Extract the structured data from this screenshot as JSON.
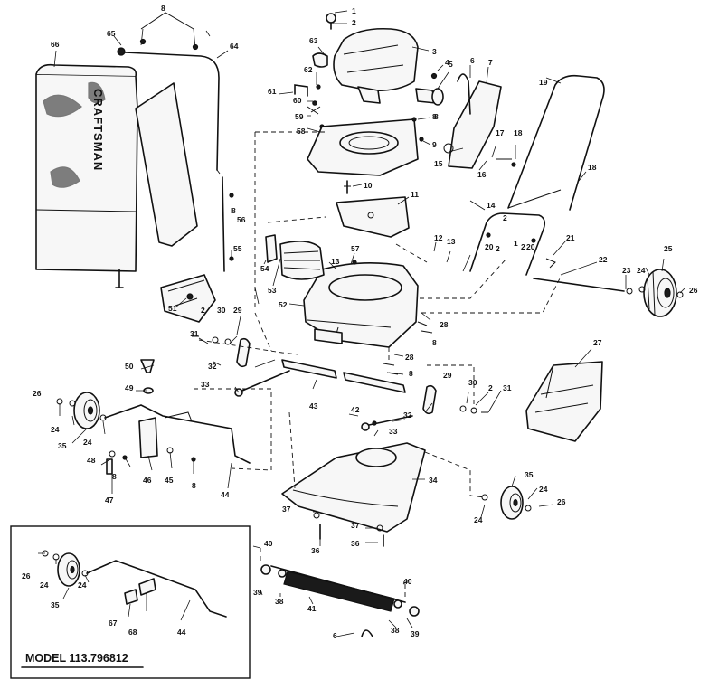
{
  "model_label": "MODEL 113.796812",
  "bag_brand": "CRAFTSMAN",
  "callouts": [
    {
      "id": "c-1-top",
      "text": "1"
    },
    {
      "id": "c-2-top",
      "text": "2"
    },
    {
      "id": "c-3",
      "text": "3"
    },
    {
      "id": "c-4",
      "text": "4"
    },
    {
      "id": "c-5",
      "text": "5"
    },
    {
      "id": "c-6-top",
      "text": "6"
    },
    {
      "id": "c-7",
      "text": "7"
    },
    {
      "id": "c-8-top",
      "text": "8"
    },
    {
      "id": "c-8-a",
      "text": "8"
    },
    {
      "id": "c-9",
      "text": "9"
    },
    {
      "id": "c-10",
      "text": "10"
    },
    {
      "id": "c-11",
      "text": "11"
    },
    {
      "id": "c-12",
      "text": "12"
    },
    {
      "id": "c-13-a",
      "text": "13"
    },
    {
      "id": "c-13-b",
      "text": "13"
    },
    {
      "id": "c-14",
      "text": "14"
    },
    {
      "id": "c-15",
      "text": "15"
    },
    {
      "id": "c-16",
      "text": "16"
    },
    {
      "id": "c-17",
      "text": "17"
    },
    {
      "id": "c-18-a",
      "text": "18"
    },
    {
      "id": "c-18-b",
      "text": "18"
    },
    {
      "id": "c-19",
      "text": "19"
    },
    {
      "id": "c-20-a",
      "text": "20"
    },
    {
      "id": "c-20-b",
      "text": "20"
    },
    {
      "id": "c-1-mid",
      "text": "1"
    },
    {
      "id": "c-2-m1",
      "text": "2"
    },
    {
      "id": "c-2-m2",
      "text": "2"
    },
    {
      "id": "c-2-m3",
      "text": "2"
    },
    {
      "id": "c-21",
      "text": "21"
    },
    {
      "id": "c-22",
      "text": "22"
    },
    {
      "id": "c-23",
      "text": "23"
    },
    {
      "id": "c-24-r",
      "text": "24"
    },
    {
      "id": "c-25",
      "text": "25"
    },
    {
      "id": "c-26-r",
      "text": "26"
    },
    {
      "id": "c-27",
      "text": "27"
    },
    {
      "id": "c-28-a",
      "text": "28"
    },
    {
      "id": "c-28-b",
      "text": "28"
    },
    {
      "id": "c-8-b",
      "text": "8"
    },
    {
      "id": "c-8-c",
      "text": "8"
    },
    {
      "id": "c-29-l",
      "text": "29"
    },
    {
      "id": "c-30-l",
      "text": "30"
    },
    {
      "id": "c-2-l",
      "text": "2"
    },
    {
      "id": "c-31-l",
      "text": "31"
    },
    {
      "id": "c-29-r",
      "text": "29"
    },
    {
      "id": "c-30-r",
      "text": "30"
    },
    {
      "id": "c-2-r",
      "text": "2"
    },
    {
      "id": "c-31-r",
      "text": "31"
    },
    {
      "id": "c-32-a",
      "text": "32"
    },
    {
      "id": "c-32-b",
      "text": "32"
    },
    {
      "id": "c-33-a",
      "text": "33"
    },
    {
      "id": "c-33-b",
      "text": "33"
    },
    {
      "id": "c-34",
      "text": "34"
    },
    {
      "id": "c-35-l",
      "text": "35"
    },
    {
      "id": "c-35-r",
      "text": "35"
    },
    {
      "id": "c-24-l1",
      "text": "24"
    },
    {
      "id": "c-24-l2",
      "text": "24"
    },
    {
      "id": "c-26-l",
      "text": "26"
    },
    {
      "id": "c-24-br1",
      "text": "24"
    },
    {
      "id": "c-24-br2",
      "text": "24"
    },
    {
      "id": "c-26-br",
      "text": "26"
    },
    {
      "id": "c-36-a",
      "text": "36"
    },
    {
      "id": "c-36-b",
      "text": "36"
    },
    {
      "id": "c-37-a",
      "text": "37"
    },
    {
      "id": "c-37-b",
      "text": "37"
    },
    {
      "id": "c-38-a",
      "text": "38"
    },
    {
      "id": "c-38-b",
      "text": "38"
    },
    {
      "id": "c-39-a",
      "text": "39"
    },
    {
      "id": "c-39-b",
      "text": "39"
    },
    {
      "id": "c-40-a",
      "text": "40"
    },
    {
      "id": "c-40-b",
      "text": "40"
    },
    {
      "id": "c-41",
      "text": "41"
    },
    {
      "id": "c-6-bot",
      "text": "6"
    },
    {
      "id": "c-42",
      "text": "42"
    },
    {
      "id": "c-43",
      "text": "43"
    },
    {
      "id": "c-44",
      "text": "44"
    },
    {
      "id": "c-45",
      "text": "45"
    },
    {
      "id": "c-46",
      "text": "46"
    },
    {
      "id": "c-47",
      "text": "47"
    },
    {
      "id": "c-48",
      "text": "48"
    },
    {
      "id": "c-49",
      "text": "49"
    },
    {
      "id": "c-50",
      "text": "50"
    },
    {
      "id": "c-51",
      "text": "51"
    },
    {
      "id": "c-52",
      "text": "52"
    },
    {
      "id": "c-53",
      "text": "53"
    },
    {
      "id": "c-54",
      "text": "54"
    },
    {
      "id": "c-55",
      "text": "55"
    },
    {
      "id": "c-56",
      "text": "56"
    },
    {
      "id": "c-57",
      "text": "57"
    },
    {
      "id": "c-58",
      "text": "58"
    },
    {
      "id": "c-59",
      "text": "59"
    },
    {
      "id": "c-60",
      "text": "60"
    },
    {
      "id": "c-61",
      "text": "61"
    },
    {
      "id": "c-62",
      "text": "62"
    },
    {
      "id": "c-63",
      "text": "63"
    },
    {
      "id": "c-64",
      "text": "64"
    },
    {
      "id": "c-65",
      "text": "65"
    },
    {
      "id": "c-66",
      "text": "66"
    },
    {
      "id": "c-8-bag",
      "text": "8"
    },
    {
      "id": "c-8-rod",
      "text": "8"
    },
    {
      "id": "c-8-l1",
      "text": "8"
    },
    {
      "id": "c-8-l2",
      "text": "8"
    },
    {
      "id": "c-inset-26",
      "text": "26"
    },
    {
      "id": "c-inset-24a",
      "text": "24"
    },
    {
      "id": "c-inset-24b",
      "text": "24"
    },
    {
      "id": "c-inset-35",
      "text": "35"
    },
    {
      "id": "c-inset-67",
      "text": "67"
    },
    {
      "id": "c-inset-68",
      "text": "68"
    },
    {
      "id": "c-inset-44",
      "text": "44"
    }
  ]
}
